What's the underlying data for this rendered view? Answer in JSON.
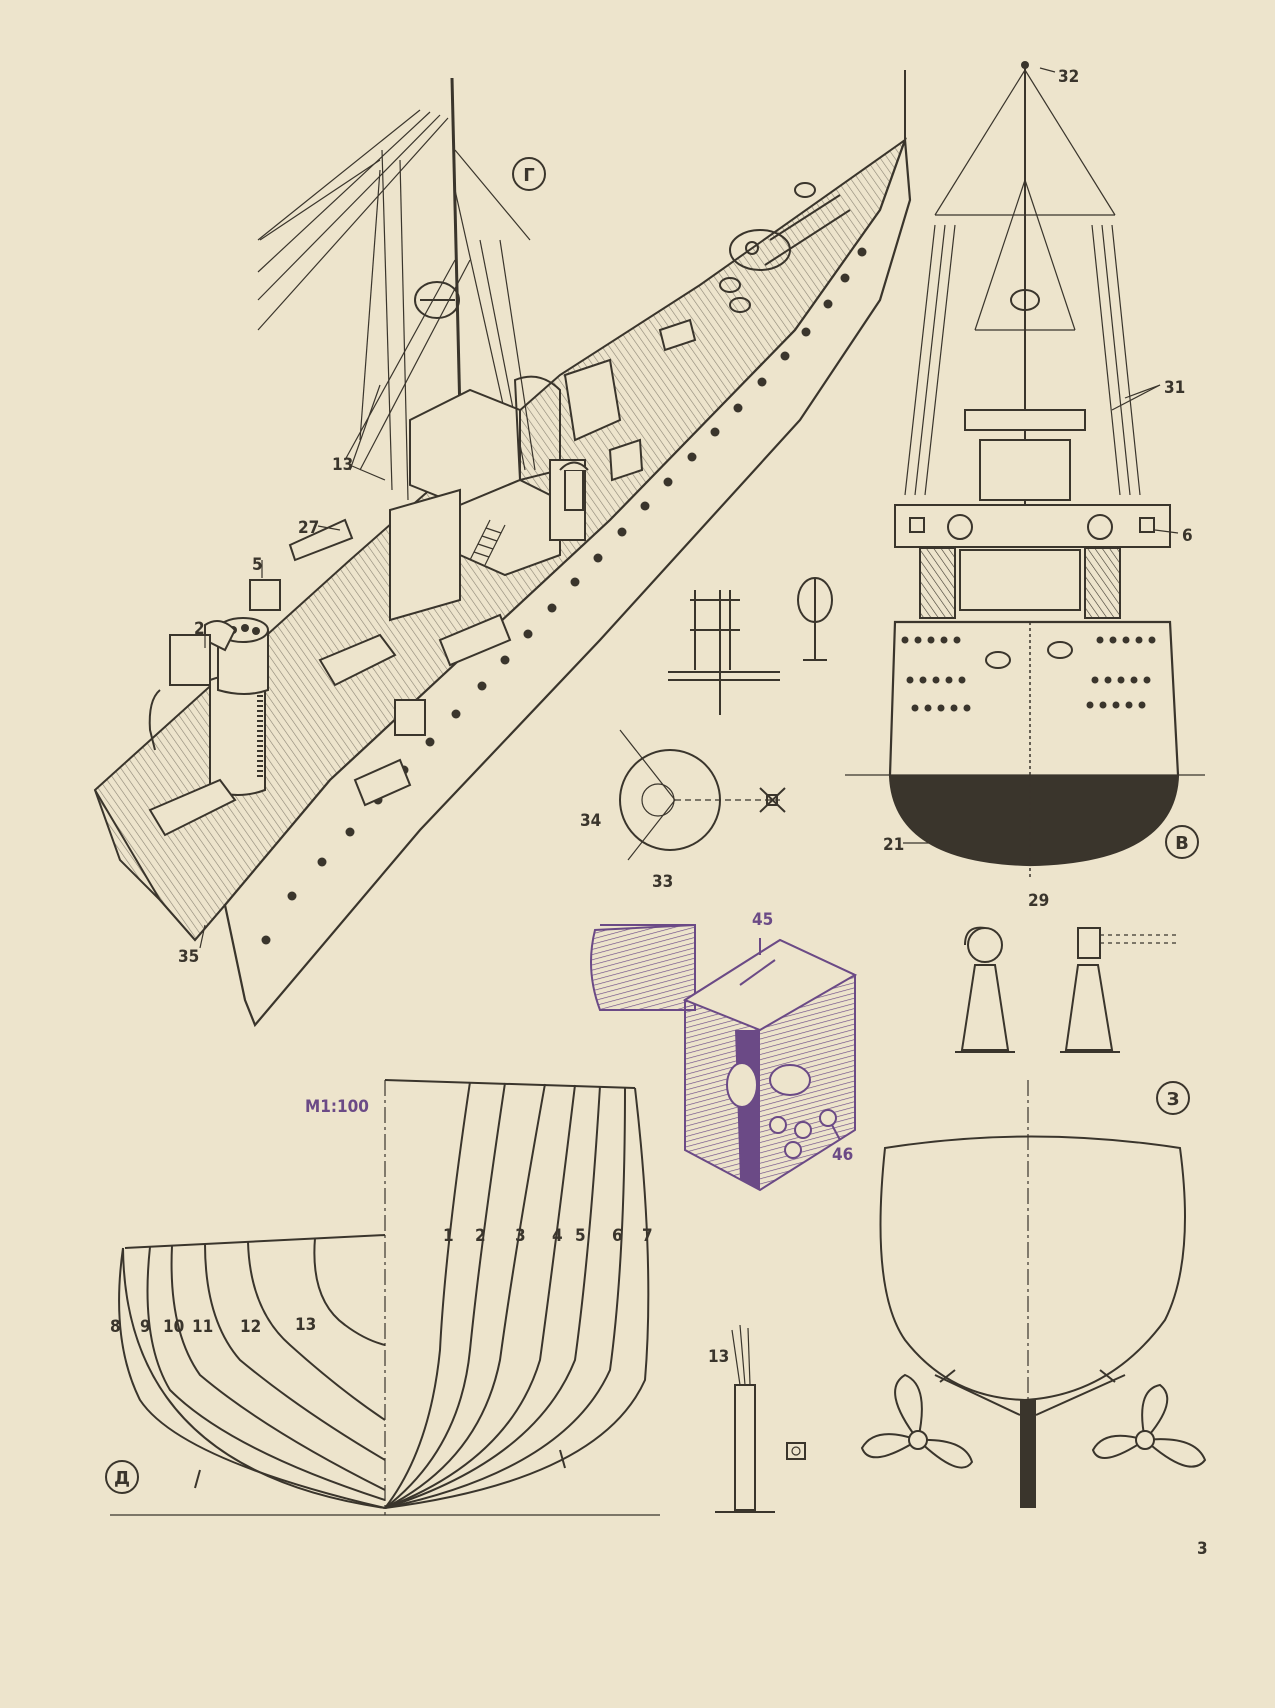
{
  "views": {
    "g": "Г",
    "v": "В",
    "d": "Д",
    "z": "З"
  },
  "scale": "М1:100",
  "callouts": {
    "c2": "2",
    "c5": "5",
    "c13a": "13",
    "c27": "27",
    "c35": "35",
    "c32": "32",
    "c31": "31",
    "c6": "6",
    "c21": "21",
    "c29": "29",
    "c34": "34",
    "c33": "33",
    "c45": "45",
    "c46": "46",
    "c13b": "13"
  },
  "stations": [
    "1",
    "2",
    "3",
    "4",
    "5",
    "6",
    "7",
    "8",
    "9",
    "10",
    "11",
    "12",
    "13"
  ],
  "page_number": "3",
  "colors": {
    "paper": "#ede4cc",
    "ink": "#3a352c",
    "purple_ink": "#6b4a86"
  }
}
